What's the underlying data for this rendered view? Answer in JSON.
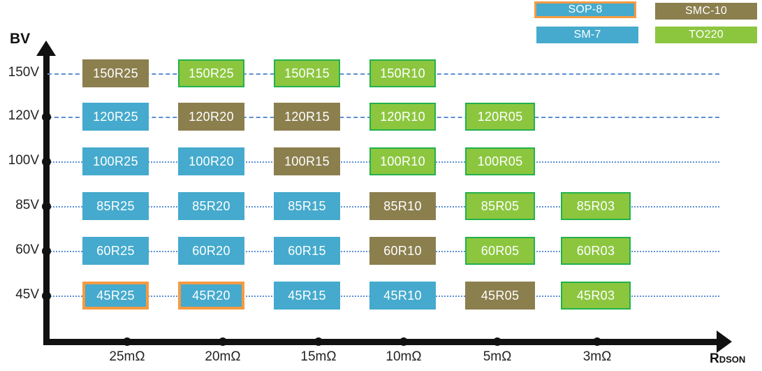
{
  "legend": {
    "items": [
      {
        "key": "sop8",
        "label": "SOP-8",
        "fill": "#45AACD",
        "border": "#F59B42"
      },
      {
        "key": "smc10",
        "label": "SMC-10",
        "fill": "#8B7F4E",
        "border": "#8B7F4E"
      },
      {
        "key": "sm7",
        "label": "SM-7",
        "fill": "#45AACD",
        "border": "#45AACD"
      },
      {
        "key": "to220",
        "label": "TO220",
        "fill": "#8CC63F",
        "border": "#22B14C"
      }
    ]
  },
  "axes": {
    "y_title": "BV",
    "x_title_main": "R",
    "x_title_sub": "DSON",
    "y_ticks": [
      "150V",
      "120V",
      "100V",
      "85V",
      "60V",
      "45V"
    ],
    "x_ticks": [
      "25mΩ",
      "20mΩ",
      "15mΩ",
      "10mΩ",
      "5mΩ",
      "3mΩ"
    ]
  },
  "chart_data": {
    "type": "scatter",
    "title": "",
    "xlabel": "RDSON",
    "ylabel": "BV",
    "categories_x": [
      "25mΩ",
      "20mΩ",
      "15mΩ",
      "10mΩ",
      "5mΩ",
      "3mΩ"
    ],
    "categories_y": [
      "150V",
      "120V",
      "100V",
      "85V",
      "60V",
      "45V"
    ],
    "legend_position": "top-right",
    "grid": "horizontal-dashed",
    "series": [
      {
        "name": "SOP-8",
        "package": "sop8",
        "values": [
          "45R25",
          "45R20"
        ]
      },
      {
        "name": "SM-7",
        "package": "sm7",
        "values": [
          "120R25",
          "100R25",
          "100R20",
          "85R25",
          "85R20",
          "85R15",
          "60R25",
          "60R20",
          "60R15",
          "45R15",
          "45R10"
        ]
      },
      {
        "name": "SMC-10",
        "package": "smc10",
        "values": [
          "150R25",
          "120R20",
          "120R15",
          "100R15",
          "85R10",
          "60R10",
          "45R05"
        ]
      },
      {
        "name": "TO220",
        "package": "to220",
        "values": [
          "150R25",
          "150R15",
          "150R10",
          "120R10",
          "120R05",
          "100R10",
          "100R05",
          "85R05",
          "85R03",
          "60R05",
          "60R03",
          "45R03"
        ]
      }
    ],
    "rows": [
      {
        "bv": "150V",
        "line": "dashed",
        "cells": [
          {
            "x": "25mΩ",
            "label": "150R25",
            "package": "smc10"
          },
          {
            "x": "20mΩ",
            "label": "150R25",
            "package": "to220"
          },
          {
            "x": "15mΩ",
            "label": "150R15",
            "package": "to220"
          },
          {
            "x": "10mΩ",
            "label": "150R10",
            "package": "to220"
          }
        ]
      },
      {
        "bv": "120V",
        "line": "dashed",
        "cells": [
          {
            "x": "25mΩ",
            "label": "120R25",
            "package": "sm7"
          },
          {
            "x": "20mΩ",
            "label": "120R20",
            "package": "smc10"
          },
          {
            "x": "15mΩ",
            "label": "120R15",
            "package": "smc10"
          },
          {
            "x": "10mΩ",
            "label": "120R10",
            "package": "to220"
          },
          {
            "x": "5mΩ",
            "label": "120R05",
            "package": "to220"
          }
        ]
      },
      {
        "bv": "100V",
        "line": "dotted",
        "cells": [
          {
            "x": "25mΩ",
            "label": "100R25",
            "package": "sm7"
          },
          {
            "x": "20mΩ",
            "label": "100R20",
            "package": "sm7"
          },
          {
            "x": "15mΩ",
            "label": "100R15",
            "package": "smc10"
          },
          {
            "x": "10mΩ",
            "label": "100R10",
            "package": "to220"
          },
          {
            "x": "5mΩ",
            "label": "100R05",
            "package": "to220"
          }
        ]
      },
      {
        "bv": "85V",
        "line": "dotted",
        "cells": [
          {
            "x": "25mΩ",
            "label": "85R25",
            "package": "sm7"
          },
          {
            "x": "20mΩ",
            "label": "85R20",
            "package": "sm7"
          },
          {
            "x": "15mΩ",
            "label": "85R15",
            "package": "sm7"
          },
          {
            "x": "10mΩ",
            "label": "85R10",
            "package": "smc10"
          },
          {
            "x": "5mΩ",
            "label": "85R05",
            "package": "to220"
          },
          {
            "x": "3mΩ",
            "label": "85R03",
            "package": "to220"
          }
        ]
      },
      {
        "bv": "60V",
        "line": "dotted",
        "cells": [
          {
            "x": "25mΩ",
            "label": "60R25",
            "package": "sm7"
          },
          {
            "x": "20mΩ",
            "label": "60R20",
            "package": "sm7"
          },
          {
            "x": "15mΩ",
            "label": "60R15",
            "package": "sm7"
          },
          {
            "x": "10mΩ",
            "label": "60R10",
            "package": "smc10"
          },
          {
            "x": "5mΩ",
            "label": "60R05",
            "package": "to220"
          },
          {
            "x": "3mΩ",
            "label": "60R03",
            "package": "to220"
          }
        ]
      },
      {
        "bv": "45V",
        "line": "dotted",
        "cells": [
          {
            "x": "25mΩ",
            "label": "45R25",
            "package": "sop8"
          },
          {
            "x": "20mΩ",
            "label": "45R20",
            "package": "sop8"
          },
          {
            "x": "15mΩ",
            "label": "45R15",
            "package": "sm7"
          },
          {
            "x": "10mΩ",
            "label": "45R10",
            "package": "sm7"
          },
          {
            "x": "5mΩ",
            "label": "45R05",
            "package": "smc10"
          },
          {
            "x": "3mΩ",
            "label": "45R03",
            "package": "to220"
          }
        ]
      }
    ]
  }
}
